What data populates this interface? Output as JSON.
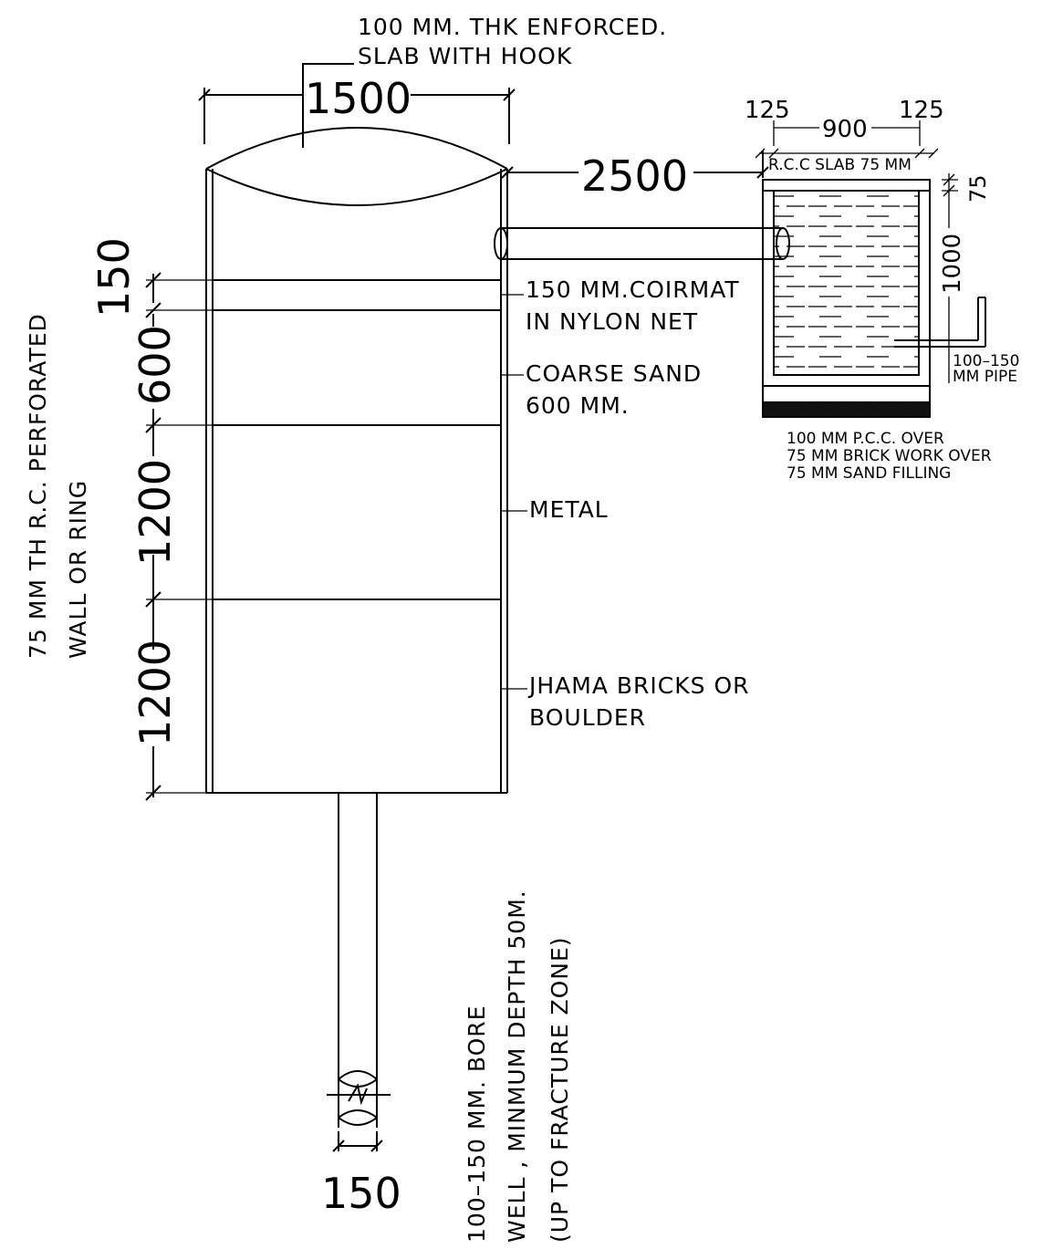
{
  "labels": {
    "slab_note_line1": "100 MM. THK ENFORCED.",
    "slab_note_line2": "SLAB WITH HOOK",
    "diameter_dim": "1500",
    "distance_dim": "2500",
    "tank_dim_125_left": "125",
    "tank_dim_900": "900",
    "tank_dim_125_right": "125",
    "tank_slab_note": "R.C.C SLAB 75 MM",
    "tank_dim_75": "75",
    "tank_dim_1000": "1000",
    "tank_pipe_line1": "100–150",
    "tank_pipe_line2": "MM PIPE",
    "tank_base_line1": "100 MM P.C.C. OVER",
    "tank_base_line2": "75 MM BRICK WORK OVER",
    "tank_base_line3": "75 MM SAND FILLING",
    "wall_note_line1": "75 MM TH R.C. PERFORATED",
    "wall_note_line2": "WALL OR RING",
    "layer_dim_150": "150",
    "layer_dim_600": "600",
    "layer_dim_1200_metal": "1200",
    "layer_dim_1200_bricks": "1200",
    "coirmat_line1": "150 MM.COIRMAT",
    "coirmat_line2": "IN NYLON NET",
    "sand_line1": "COARSE SAND",
    "sand_line2": "600 MM.",
    "metal_label": "METAL",
    "bricks_line1": "JHAMA BRICKS OR",
    "bricks_line2": "BOULDER",
    "bore_line1": "100–150 MM. BORE",
    "bore_line2": "WELL , MINMUM DEPTH 50M.",
    "bore_line3": "(UP TO FRACTURE ZONE)",
    "bore_dia_dim": "150"
  }
}
